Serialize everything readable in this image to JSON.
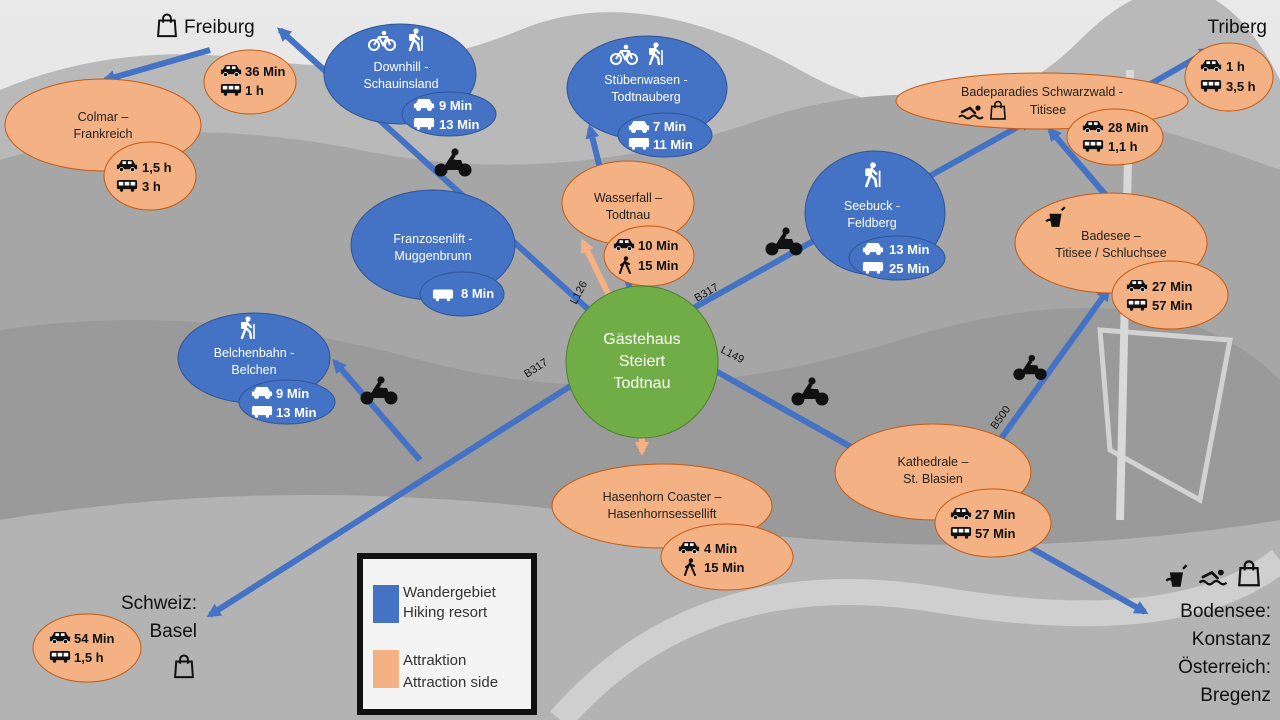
{
  "colors": {
    "hiking": "#4472c4",
    "attraction": "#f4b183",
    "hub": "#70ad47",
    "arrow_blue": "#4472c4",
    "arrow_orange": "#f4b183"
  },
  "hub": {
    "line1": "Gästehaus",
    "line2": "Steiert",
    "line3": "Todtnau"
  },
  "roads": {
    "l126": "L126",
    "b317_right": "B317",
    "l149": "L149",
    "b317_left": "B317",
    "b500": "B500"
  },
  "cities": {
    "freiburg": "Freiburg",
    "triberg": "Triberg",
    "schweiz_1": "Schweiz:",
    "schweiz_2": "Basel",
    "bodensee_1": "Bodensee:",
    "bodensee_2": "Konstanz",
    "bodensee_3": "Österreich:",
    "bodensee_4": "Bregenz"
  },
  "destinations": {
    "freiburg_times": {
      "car": "36 Min",
      "bus": "1 h"
    },
    "colmar": {
      "line1": "Colmar –",
      "line2": "Frankreich",
      "car": "1,5 h",
      "bus": "3 h"
    },
    "schauinsland": {
      "line1": "Downhill -",
      "line2": "Schauinsland",
      "car": "9 Min",
      "bus": "13 Min"
    },
    "todtnauberg": {
      "line1": "Stübenwasen -",
      "line2": "Todtnauberg",
      "car": "7 Min",
      "bus": "11 Min"
    },
    "titisee_bad": {
      "line1": "Badeparadies Schwarzwald -",
      "line2": "Titisee",
      "car": "28 Min",
      "bus": "1,1 h"
    },
    "triberg_times": {
      "car": "1 h",
      "bus": "3,5 h"
    },
    "wasserfall": {
      "line1": "Wasserfall –",
      "line2": "Todtnau",
      "car": "10 Min",
      "walk": "15 Min"
    },
    "feldberg": {
      "line1": "Seebuck -",
      "line2": "Feldberg",
      "car": "13 Min",
      "bus": "25 Min"
    },
    "badesee": {
      "line1": "Badesee –",
      "line2": "Titisee / Schluchsee",
      "car": "27 Min",
      "bus": "57 Min"
    },
    "muggenbrunn": {
      "line1": "Franzosenlift -",
      "line2": "Muggenbrunn",
      "bus": "8 Min"
    },
    "belchen": {
      "line1": "Belchenbahn -",
      "line2": "Belchen",
      "car": "9 Min",
      "bus": "13 Min"
    },
    "blasien": {
      "line1": "Kathedrale –",
      "line2": "St. Blasien",
      "car": "27 Min",
      "bus": "57 Min"
    },
    "hasenhorn": {
      "line1": "Hasenhorn Coaster –",
      "line2": "Hasenhornsessellift",
      "car": "4 Min",
      "walk": "15 Min"
    },
    "basel_times": {
      "car": "54 Min",
      "bus": "1,5 h"
    }
  },
  "legend": {
    "hiking_de": "Wandergebiet",
    "hiking_en": "Hiking resort",
    "attraction_de": "Attraktion",
    "attraction_en": "Attraction side"
  },
  "icons": [
    "car-icon",
    "bus-icon",
    "walk-icon",
    "bicycle-icon",
    "hiker-icon",
    "motorbike-icon",
    "shopping-bag-icon",
    "swimmer-icon",
    "sand-bucket-icon"
  ]
}
